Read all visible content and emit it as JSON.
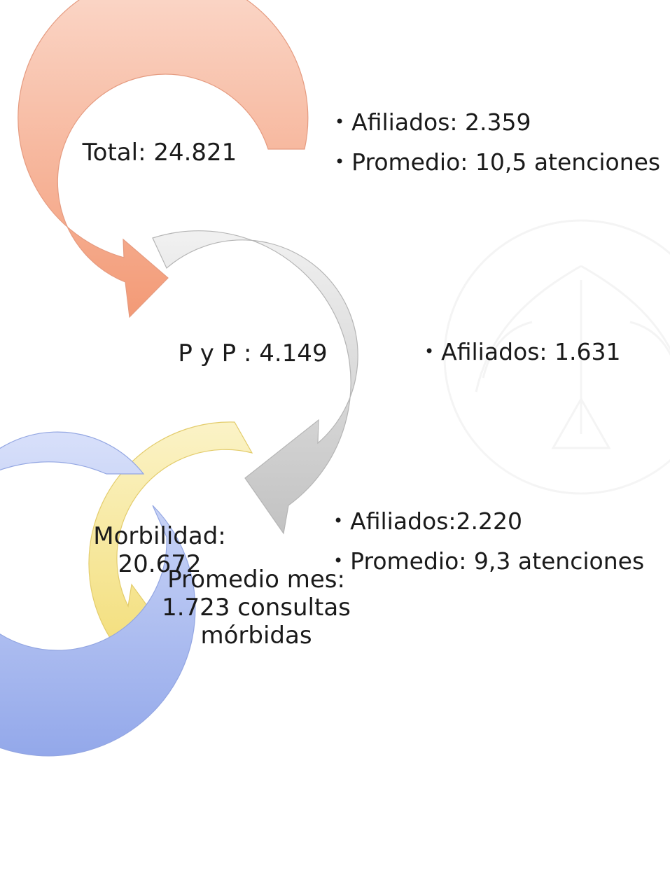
{
  "colors": {
    "stage1": "#f6a98a",
    "stage2": "#cfcfcf",
    "stage3": "#f4e38c",
    "stage4": "#a7b9ee"
  },
  "watermark_icon": "eagle-crest-icon",
  "stages": [
    {
      "label_lines": [
        "Total: 24.821"
      ],
      "details": [
        "Afiliados: 2.359",
        "Promedio: 10,5 atenciones"
      ]
    },
    {
      "label_lines": [
        "P y P : 4.149"
      ],
      "details": [
        "Afiliados: 1.631"
      ]
    },
    {
      "label_lines": [
        "Morbilidad:",
        "20.672"
      ],
      "details": [
        "Afiliados:2.220",
        "Promedio: 9,3 atenciones"
      ]
    },
    {
      "label_lines": [
        "Promedio mes:",
        "1.723 consultas",
        "mórbidas"
      ],
      "details": []
    }
  ]
}
